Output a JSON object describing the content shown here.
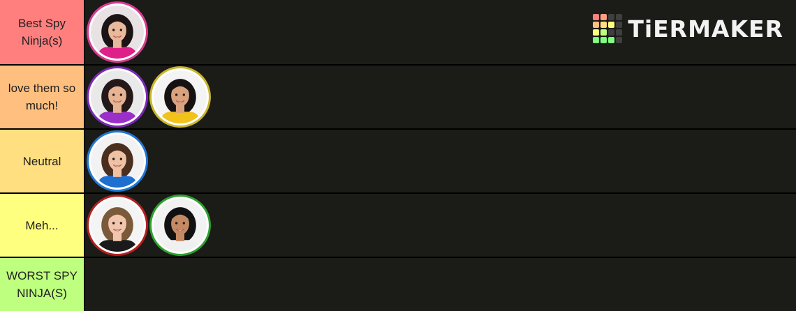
{
  "brand": {
    "name": "TiERMAKER",
    "grid_colors": [
      "#ff7f7f",
      "#ff9f7f",
      "#3f3f3f",
      "#3f3f3f",
      "#ffbf7f",
      "#ffdf7f",
      "#ffff7f",
      "#3f3f3f",
      "#ffff7f",
      "#bfff7f",
      "#3f3f3f",
      "#3f3f3f",
      "#7fff7f",
      "#7fff7f",
      "#7fff7f",
      "#3f3f3f"
    ]
  },
  "tiers": [
    {
      "label": "Best Spy Ninja(s)",
      "color": "#ff7f7f",
      "items": [
        {
          "name": "avatar-woman-pink",
          "ring": "#d63b8f",
          "bg": "#e8e2e4",
          "hair": "#1c1414",
          "skin": "#e9b99c",
          "shirt": "#e0208a"
        }
      ]
    },
    {
      "label": "love them so much!",
      "color": "#ffbf7f",
      "items": [
        {
          "name": "avatar-woman-purple",
          "ring": "#7b2ab5",
          "bg": "#e9e9e9",
          "hair": "#241818",
          "skin": "#e6b494",
          "shirt": "#9b2fc9"
        },
        {
          "name": "avatar-woman-yellow",
          "ring": "#c8b62a",
          "bg": "#f4f4f4",
          "hair": "#161212",
          "skin": "#d9a27e",
          "shirt": "#f0c21a"
        }
      ]
    },
    {
      "label": "Neutral",
      "color": "#ffdf7f",
      "items": [
        {
          "name": "avatar-man-blue",
          "ring": "#1f78d1",
          "bg": "#f2f2f2",
          "hair": "#4a2f1f",
          "skin": "#efc2a4",
          "shirt": "#1f6fd1"
        }
      ]
    },
    {
      "label": "Meh...",
      "color": "#ffff7f",
      "items": [
        {
          "name": "avatar-man-red",
          "ring": "#b32020",
          "bg": "#f4f4f4",
          "hair": "#7a5a3a",
          "skin": "#f0c6ac",
          "shirt": "#1a1a1a"
        },
        {
          "name": "avatar-man-green",
          "ring": "#2ea02e",
          "bg": "#f2f2f2",
          "hair": "#111111",
          "skin": "#c48a64",
          "shirt": "#f0f0f0"
        }
      ]
    },
    {
      "label": "WORST SPY NINJA(S)",
      "color": "#bfff7f",
      "items": []
    }
  ]
}
